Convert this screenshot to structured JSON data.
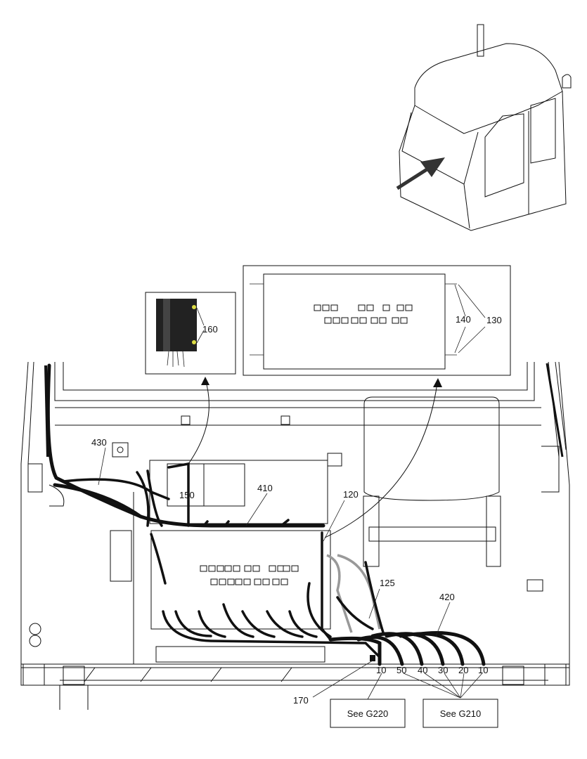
{
  "callouts": {
    "c160": "160",
    "c140": "140",
    "c130": "130",
    "c430": "430",
    "c150": "150",
    "c410": "410",
    "c120": "120",
    "c125": "125",
    "c420": "420",
    "c170": "170",
    "c10a": "10",
    "c50": "50",
    "c40": "40",
    "c30": "30",
    "c20": "20",
    "c10b": "10"
  },
  "references": {
    "g220": "See G220",
    "g210": "See G210"
  },
  "colors": {
    "line": "#111111",
    "secondary_cable": "#999999",
    "background": "#ffffff"
  }
}
